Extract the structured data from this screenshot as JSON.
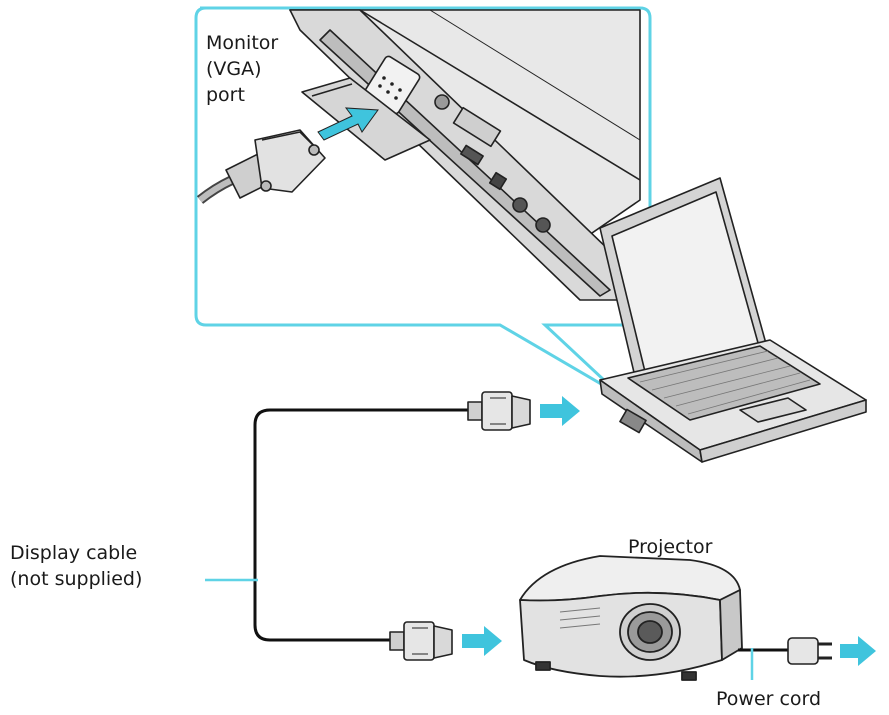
{
  "diagram": {
    "labels": {
      "monitor_port": [
        "Monitor",
        "(VGA)",
        "port"
      ],
      "display_cable": [
        "Display cable",
        "(not supplied)"
      ],
      "projector": "Projector",
      "power_cord": "Power cord"
    },
    "colors": {
      "callout_accent": "#5fd3e6",
      "arrow": "#3fc4dd",
      "device_fill": "#e9e9e9",
      "device_shade": "#c9c9c9",
      "outline": "#222222"
    }
  }
}
